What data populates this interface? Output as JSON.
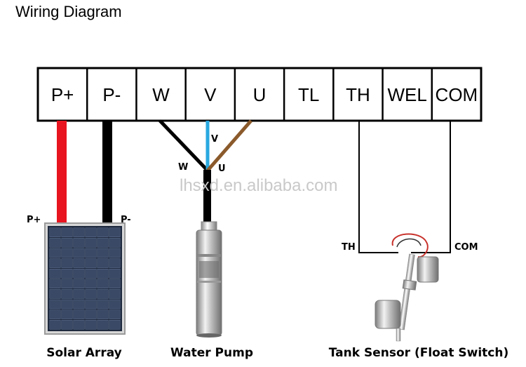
{
  "title": "Wiring Diagram",
  "terminals": [
    "P+",
    "P-",
    "W",
    "V",
    "U",
    "TL",
    "TH",
    "WEL",
    "COM"
  ],
  "wire_labels": {
    "p_plus": "P+",
    "p_minus": "P-",
    "w": "W",
    "v": "V",
    "u": "U",
    "th": "TH",
    "com": "COM"
  },
  "watermark": "lhsxd.en.alibaba.com",
  "captions": {
    "solar": "Solar Array",
    "pump": "Water Pump",
    "sensor": "Tank Sensor (Float Switch)"
  },
  "colors": {
    "p_plus_wire": "#e8141f",
    "p_minus_wire": "#000000",
    "w_wire": "#000000",
    "v_wire": "#29a8e0",
    "u_wire": "#8b5a2b"
  }
}
